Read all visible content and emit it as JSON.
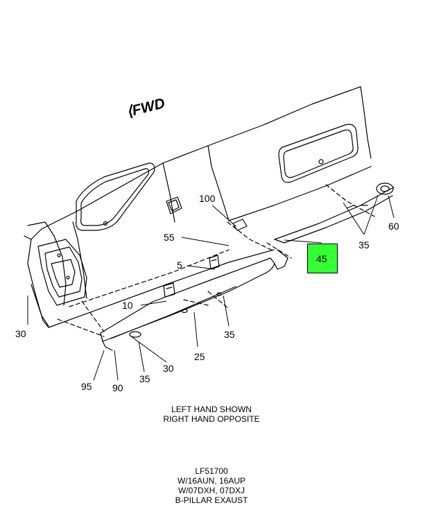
{
  "diagram": {
    "fwd_label": "FWD",
    "callouts": {
      "c100": "100",
      "c55": "55",
      "c5": "5",
      "c10": "10",
      "c30_left": "30",
      "c95": "95",
      "c90": "90",
      "c35_bottom": "35",
      "c30_bottom": "30",
      "c25": "25",
      "c35_mid": "35",
      "c45": "45",
      "c35_right": "35",
      "c60": "60"
    },
    "highlight_color": "#33ff33",
    "note": {
      "line1": "LEFT HAND SHOWN",
      "line2": "RIGHT HAND OPPOSITE"
    },
    "part_info": {
      "line1": "LF51700",
      "line2": "W/16AUN, 16AUP",
      "line3": "W/07DXH, 07DXJ",
      "line4": "B-PILLAR EXAUST"
    }
  }
}
